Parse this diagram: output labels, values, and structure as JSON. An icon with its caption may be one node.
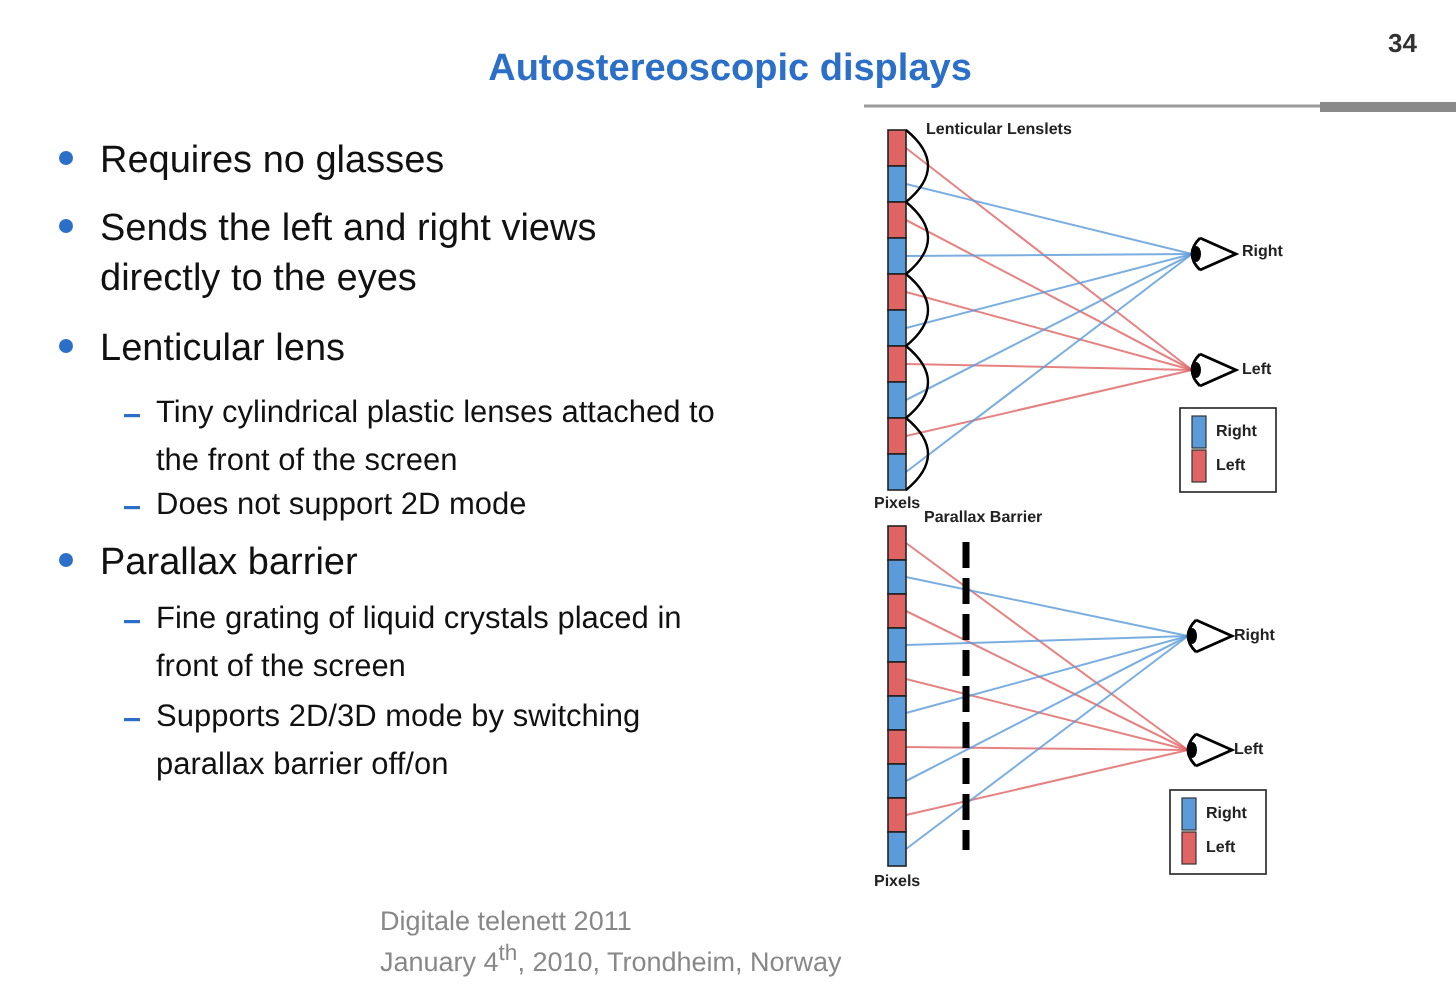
{
  "diagram": {
    "title": "Autostereoscopic displays",
    "labels": [
      "34",
      "Requires no glasses",
      "Sends the left and right views directly to the eyes",
      "Lenticular lens",
      "Tiny cylindrical plastic lenses attached to the front of the screen",
      "Does not support 2D mode",
      "Parallax barrier",
      "Fine grating of liquid crystals placed in front of the screen",
      "Supports 2D/3D mode by switching parallax barrier off/on",
      "Lenticular Lenslets",
      "Right",
      "Left",
      "Pixels",
      "Parallax Barrier",
      "Right",
      "Left",
      "Pixels",
      "Digitale telenett 2011",
      "January 4$^{th}$, 2010, Trondheim, Norway"
    ],
    "legend": [
      {
        "text": "Right",
        "color": "#5b9bd9"
      },
      {
        "text": "Left",
        "color": "#e06464"
      },
      {
        "text": "Right",
        "color": "#5b9bd9"
      },
      {
        "text": "Left",
        "color": "#e06464"
      }
    ]
  }
}
